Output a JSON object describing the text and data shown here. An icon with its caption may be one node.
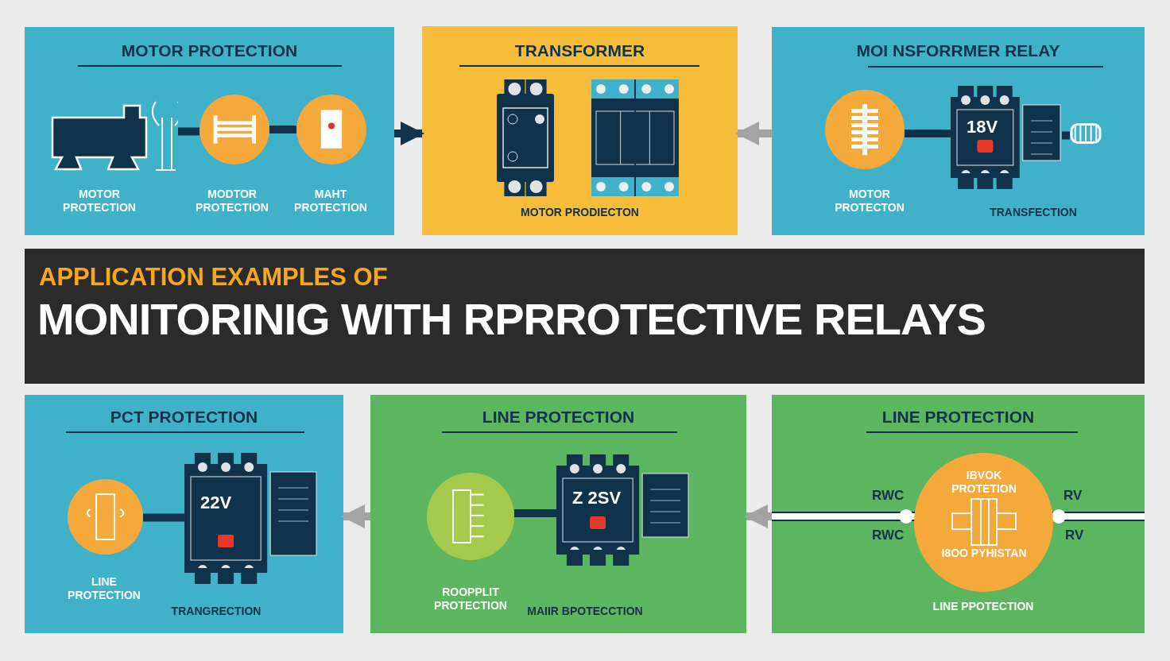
{
  "diagram": {
    "title": "MONITORINIG WITH RPRROTECTIVE RELAYS",
    "nodes": [
      {
        "text": [
          "MOTOR PROTECTION"
        ]
      },
      {
        "text": [],
        "shape": "picture",
        "in": 0,
        "beside": [
          "MOTOR PROTECTION"
        ]
      },
      {
        "text": [],
        "shape": "circle",
        "in": 0,
        "beside": [
          "MODTOR PROTECTION"
        ]
      },
      {
        "text": [],
        "shape": "circle",
        "in": 0,
        "beside": [
          "MAHT PROTECTION"
        ]
      },
      {
        "text": [
          "TRANSFORMER",
          "MOTOR PRODIECTON"
        ]
      },
      {
        "text": [],
        "shape": "picture",
        "in": 4
      },
      {
        "text": [],
        "shape": "picture",
        "in": 4
      },
      {
        "text": [
          "MOI NSFORRMER RELAY"
        ]
      },
      {
        "text": [],
        "shape": "circle",
        "in": 7,
        "beside": [
          "MOTOR PROTECTON"
        ]
      },
      {
        "text": [
          "18V"
        ],
        "in": 7,
        "beside": [
          "TRANSFECTION"
        ]
      },
      {
        "text": [],
        "shape": "picture",
        "in": 7
      },
      {
        "text": [
          "PCT PROTECTION"
        ]
      },
      {
        "text": [],
        "shape": "circle",
        "in": 11,
        "beside": [
          "LINE PROTECTION"
        ]
      },
      {
        "text": [
          "22V"
        ],
        "in": 11,
        "beside": [
          "TRANGRECTION"
        ]
      },
      {
        "text": [
          "LINE PROTECTION"
        ]
      },
      {
        "text": [],
        "shape": "circle",
        "in": 14,
        "beside": [
          "ROOPPLIT PROTECTION"
        ]
      },
      {
        "text": [
          "Z 2SV"
        ],
        "in": 14,
        "beside": [
          "MAIIR BPOTECCTION"
        ]
      },
      {
        "text": [
          "LINE PROTECTION"
        ]
      },
      {
        "text": [
          "IBVOK PROTETION",
          "I8OO PYHISTAN"
        ],
        "in": 17,
        "beside": [
          "LINE PPOTECTION"
        ]
      }
    ],
    "edges": [
      {
        "from": 0,
        "to": 4,
        "arrow": "to"
      },
      {
        "from": 1,
        "to": 2,
        "arrow": "none"
      },
      {
        "from": 2,
        "to": 3,
        "arrow": "none"
      },
      {
        "from": 7,
        "to": 4,
        "arrow": "to",
        "color": "#a3a3a3"
      },
      {
        "from": 8,
        "to": 9,
        "arrow": "none"
      },
      {
        "from": 9,
        "to": 10,
        "arrow": "none"
      },
      {
        "from": 12,
        "to": 13,
        "arrow": "none"
      },
      {
        "from": 14,
        "to": 11,
        "arrow": "to",
        "color": "#a3a3a3"
      },
      {
        "from": 15,
        "to": 16,
        "arrow": "none"
      },
      {
        "from": 17,
        "to": 14,
        "arrow": "to",
        "color": "#a3a3a3"
      }
    ],
    "labels": [
      "APPLICATION EXAMPLES OF",
      "RWC",
      "RV",
      "RWC",
      "RV"
    ]
  }
}
